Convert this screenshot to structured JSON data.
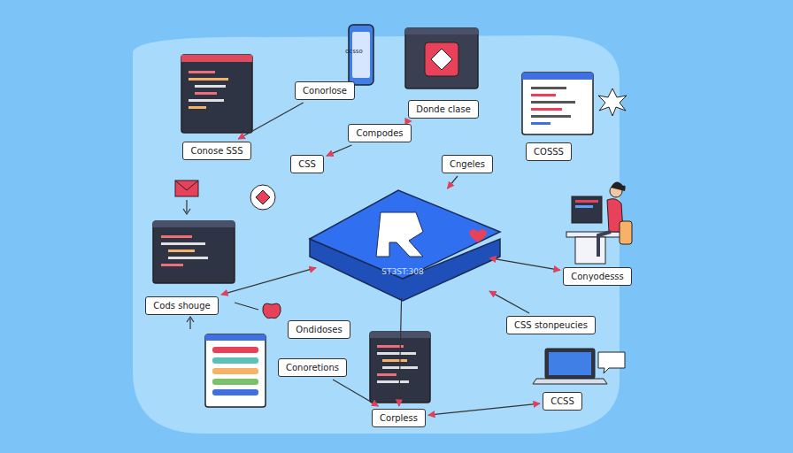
{
  "diagram": {
    "nodes": [
      {
        "text": [
          "Conorlose"
        ]
      },
      {
        "text": [
          "Compodes"
        ]
      },
      {
        "text": [
          "Donde clase"
        ]
      },
      {
        "text": [
          "Conose SSS"
        ]
      },
      {
        "text": [
          "CSS"
        ]
      },
      {
        "text": [
          "Cngeles"
        ]
      },
      {
        "text": [
          "COSSS"
        ]
      },
      {
        "text": [
          "ST3ST:308"
        ]
      },
      {
        "text": [
          "Conyodesss"
        ]
      },
      {
        "text": [
          "Cods shouge"
        ]
      },
      {
        "text": [
          "Ondidoses"
        ]
      },
      {
        "text": [
          "CSS stonpeucies"
        ]
      },
      {
        "text": [
          "Conoretions"
        ]
      },
      {
        "text": [
          "Corpless"
        ]
      },
      {
        "text": [
          "CCSS"
        ]
      }
    ],
    "edges": [
      {
        "from": 0,
        "to": 3,
        "arrow": "to"
      },
      {
        "from": 1,
        "to": 2,
        "arrow": "to"
      },
      {
        "from": 1,
        "to": 4,
        "arrow": "to"
      },
      {
        "from": 5,
        "to": 7,
        "arrow": "to"
      },
      {
        "from": 7,
        "to": 8,
        "arrow": "both"
      },
      {
        "from": 11,
        "to": 7,
        "arrow": "to"
      },
      {
        "from": 7,
        "to": 13,
        "arrow": "to"
      },
      {
        "from": 12,
        "to": 13,
        "arrow": "to"
      },
      {
        "from": 13,
        "to": 14,
        "arrow": "both"
      },
      {
        "from": 9,
        "to": 7,
        "arrow": "both"
      }
    ],
    "labels": [
      "ocsso"
    ]
  }
}
